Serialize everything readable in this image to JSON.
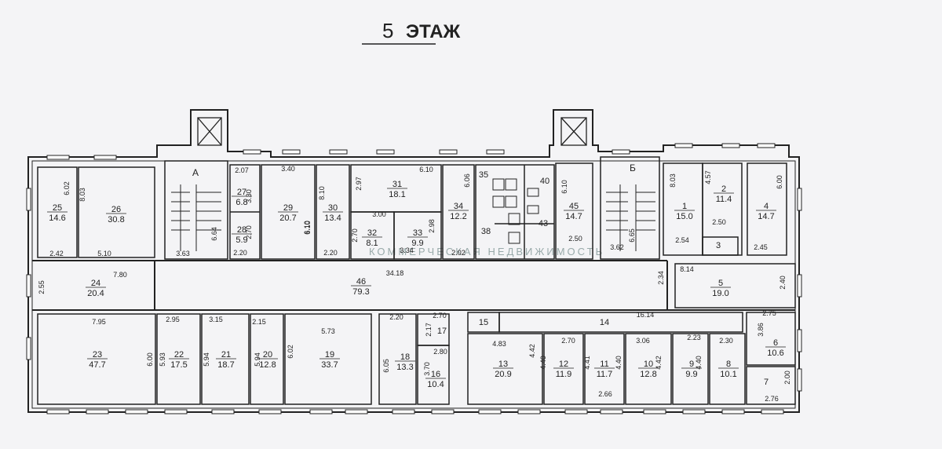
{
  "title": {
    "number": "5",
    "text": "ЭТАЖ"
  },
  "staircases": [
    "А",
    "Б"
  ],
  "rooms": [
    {
      "id": "25",
      "area": "14.6"
    },
    {
      "id": "26",
      "area": "30.8"
    },
    {
      "id": "27",
      "area": "6.8"
    },
    {
      "id": "28",
      "area": "5.9"
    },
    {
      "id": "29",
      "area": "20.7"
    },
    {
      "id": "30",
      "area": "13.4"
    },
    {
      "id": "31",
      "area": "18.1"
    },
    {
      "id": "32",
      "area": "8.1"
    },
    {
      "id": "33",
      "area": "9.9"
    },
    {
      "id": "34",
      "area": "12.2"
    },
    {
      "id": "35",
      "area": ""
    },
    {
      "id": "38",
      "area": ""
    },
    {
      "id": "40",
      "area": ""
    },
    {
      "id": "43",
      "area": ""
    },
    {
      "id": "45",
      "area": "14.7"
    },
    {
      "id": "1",
      "area": "15.0"
    },
    {
      "id": "2",
      "area": "11.4"
    },
    {
      "id": "3",
      "area": ""
    },
    {
      "id": "4",
      "area": "14.7"
    },
    {
      "id": "24",
      "area": "20.4"
    },
    {
      "id": "46",
      "area": "79.3"
    },
    {
      "id": "5",
      "area": "19.0"
    },
    {
      "id": "23",
      "area": "47.7"
    },
    {
      "id": "22",
      "area": "17.5"
    },
    {
      "id": "21",
      "area": "18.7"
    },
    {
      "id": "20",
      "area": "12.8"
    },
    {
      "id": "19",
      "area": "33.7"
    },
    {
      "id": "18",
      "area": "13.3"
    },
    {
      "id": "17",
      "area": ""
    },
    {
      "id": "16",
      "area": "10.4"
    },
    {
      "id": "15",
      "area": ""
    },
    {
      "id": "14",
      "area": ""
    },
    {
      "id": "13",
      "area": "20.9"
    },
    {
      "id": "12",
      "area": "11.9"
    },
    {
      "id": "11",
      "area": "11.7"
    },
    {
      "id": "10",
      "area": "12.8"
    },
    {
      "id": "9",
      "area": "9.9"
    },
    {
      "id": "8",
      "area": "10.1"
    },
    {
      "id": "6",
      "area": "10.6"
    },
    {
      "id": "7",
      "area": ""
    }
  ],
  "dimensions": [
    "6.02",
    "8.03",
    "2.42",
    "5.10",
    "3.63",
    "6.64",
    "2.07",
    "3.30",
    "2.70",
    "2.20",
    "3.40",
    "6.10",
    "8.10",
    "6.10",
    "2.20",
    "2.97",
    "6.10",
    "3.00",
    "2.70",
    "3.34",
    "2.98",
    "6.06",
    "2.02",
    "6.10",
    "2.50",
    "3.62",
    "6.65",
    "8.03",
    "4.57",
    "2.50",
    "2.54",
    "6.00",
    "2.45",
    "2.55",
    "7.80",
    "34.18",
    "2.34",
    "8.14",
    "2.40",
    "7.95",
    "6.00",
    "2.95",
    "5.93",
    "3.15",
    "5.94",
    "2.15",
    "5.94",
    "6.02",
    "5.73",
    "2.20",
    "2.70",
    "2.17",
    "2.80",
    "3.70",
    "6.05",
    "16.14",
    "2.75",
    "3.86",
    "4.83",
    "4.42",
    "2.70",
    "4.40",
    "3.06",
    "4.41",
    "2.66",
    "4.40",
    "2.23",
    "4.42",
    "2.30",
    "4.40",
    "2.00",
    "2.76"
  ],
  "watermark": "КОММЕРЧЕСКАЯ НЕДВИЖИМОСТЬ"
}
